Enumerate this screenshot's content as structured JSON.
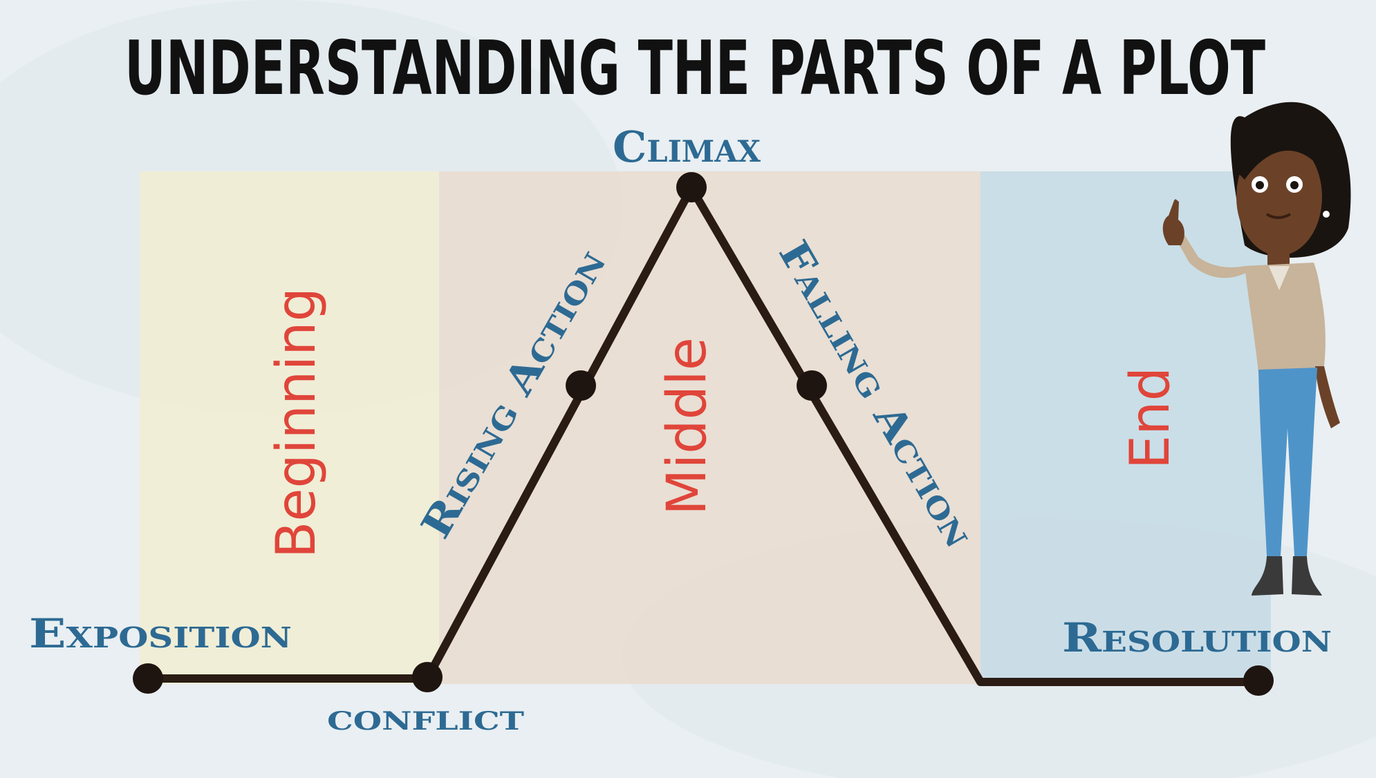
{
  "title": "UNDERSTANDING THE PARTS OF A PLOT",
  "sections": {
    "beginning": "Beginning",
    "middle": "Middle",
    "end": "End"
  },
  "points": {
    "exposition": "Exposition",
    "conflict": "conflict",
    "rising_action": "Rising Action",
    "climax": "Climax",
    "falling_action": "Falling Action",
    "resolution": "Resolution"
  },
  "colors": {
    "title": "#111111",
    "label_blue": "#2d6a93",
    "section_red": "#e0453a",
    "line": "#2a1c14",
    "beginning_band": "#f0ecd3",
    "middle_band": "#e9ddd0",
    "end_band": "#c6dbe6",
    "paper": "#e8eef1"
  },
  "character": {
    "icon": "presenter-woman-pointing-up"
  }
}
